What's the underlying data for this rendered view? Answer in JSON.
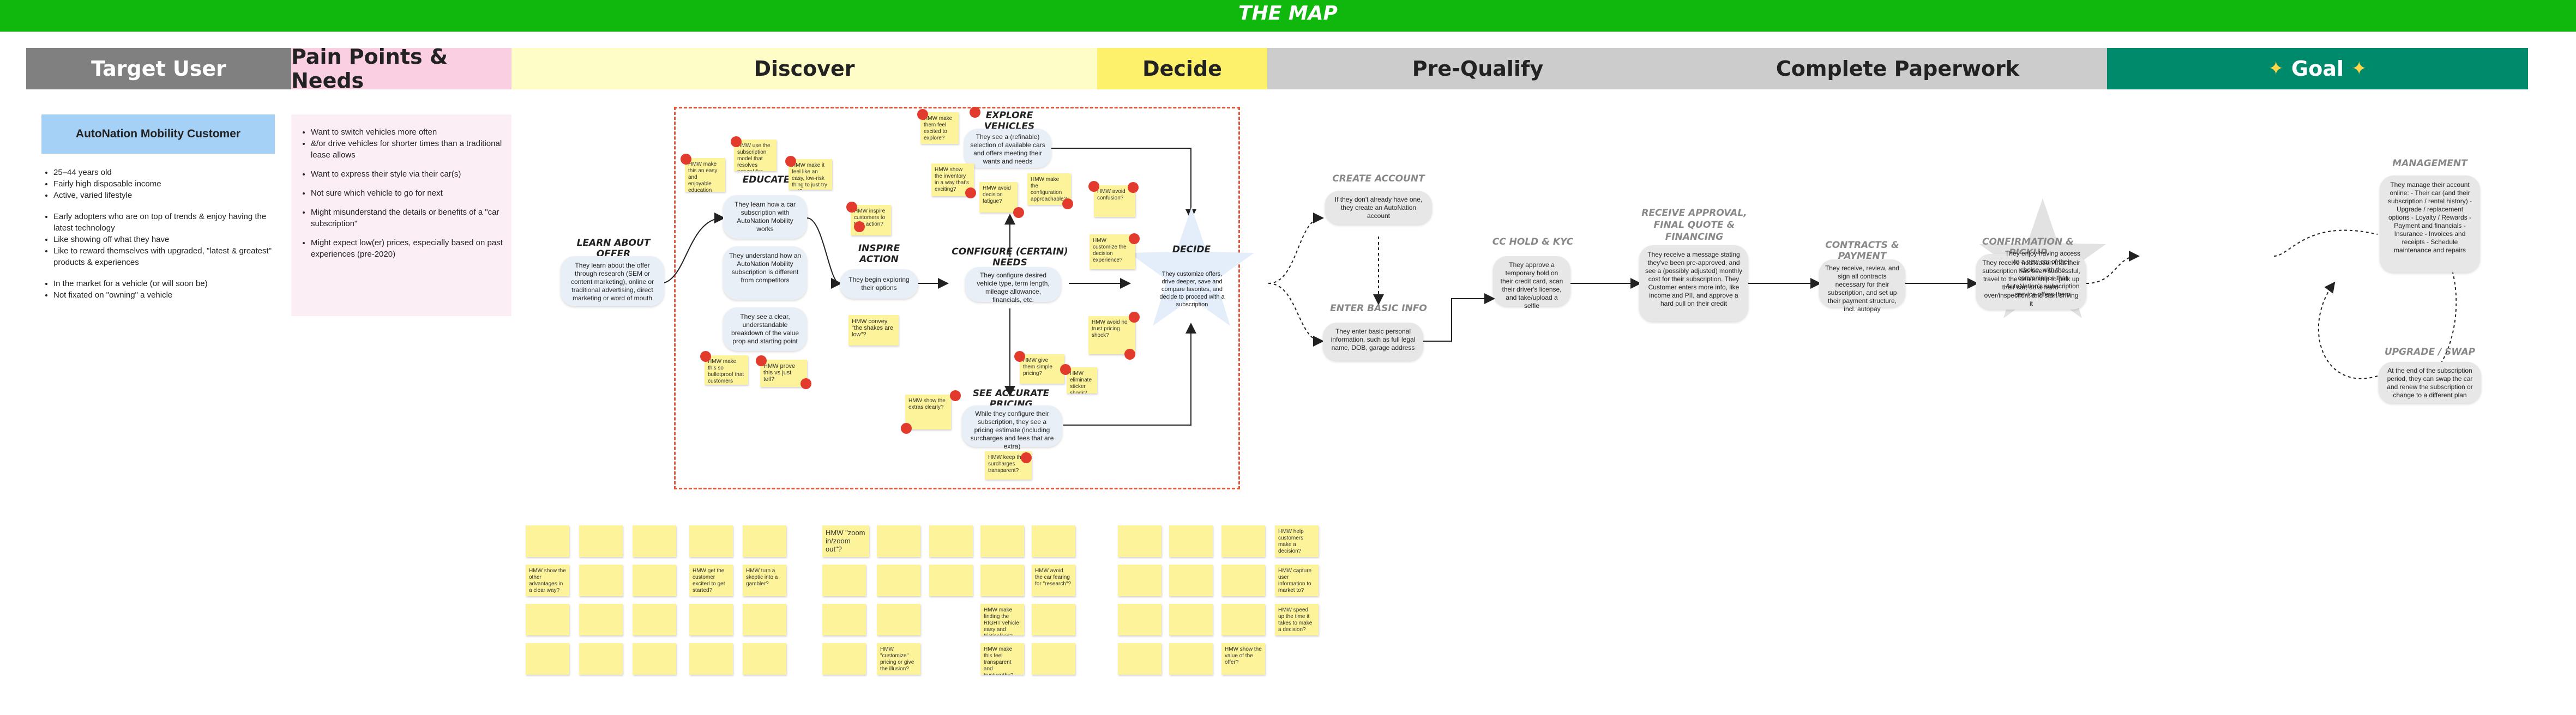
{
  "title": "THE MAP",
  "headers": {
    "target_user": "Target User",
    "pain_points": "Pain Points & Needs",
    "discover": "Discover",
    "decide": "Decide",
    "pre_qualify": "Pre-Qualify",
    "complete_paperwork": "Complete Paperwork",
    "goal": "Goal"
  },
  "colors": {
    "topbar": "#10b80e",
    "target_user": "#808080",
    "pain_points": "#f9cfe1",
    "discover": "#fefcc7",
    "decide": "#fdf06a",
    "pre_qualify": "#cccccc",
    "complete_paperwork": "#cccccc",
    "goal": "#008a6c",
    "sticky": "#fdf39a",
    "dot": "#e23b2e"
  },
  "persona": {
    "name": "AutoNation Mobility Customer",
    "groups": [
      [
        "25–44 years old",
        "Fairly high disposable income",
        "Active, varied lifestyle"
      ],
      [
        "Early adopters who are on top of trends & enjoy having the latest technology",
        "Like showing off what they have",
        "Like to reward themselves with upgraded, \"latest & greatest\" products & experiences"
      ],
      [
        "In the market for a vehicle (or will soon be)",
        "Not fixated on \"owning\" a vehicle"
      ]
    ]
  },
  "pain_points": [
    "Want to switch vehicles more often",
    "&/or drive vehicles for shorter times than a traditional lease allows",
    "Want to express their style via their car(s)",
    "Not sure which vehicle to go for next",
    "Might misunderstand the details or benefits of a \"car subscription\"",
    "Might expect low(er) prices, especially based on past experiences (pre-2020)"
  ],
  "steps": {
    "learn": {
      "title": "LEARN ABOUT OFFER",
      "text": "They learn about the offer through research (SEM or content marketing), online or traditional advertising, direct marketing or word of mouth"
    },
    "educate": {
      "title": "EDUCATE",
      "items": [
        "They learn how a car subscription with AutoNation Mobility works",
        "They understand how an AutoNation Mobility subscription is different from competitors",
        "They see a clear, understandable breakdown of the value prop and starting point"
      ]
    },
    "inspire": {
      "title": "INSPIRE ACTION",
      "text": "They begin exploring their options"
    },
    "explore": {
      "title": "EXPLORE VEHICLES",
      "text": "They see a (refinable) selection of available cars and offers meeting their wants and needs"
    },
    "configure": {
      "title": "CONFIGURE (CERTAIN) NEEDS",
      "text": "They configure desired vehicle type, term length, mileage allowance, financials, etc."
    },
    "pricing": {
      "title": "SEE ACCURATE PRICING",
      "text": "While they configure their subscription, they see a pricing estimate (including surcharges and fees that are extra)"
    },
    "decide": {
      "title": "DECIDE",
      "text": "They customize offers, drive deeper, save and compare favorites, and decide to proceed with a subscription"
    },
    "create_account": {
      "title": "CREATE ACCOUNT",
      "text": "If they don't already have one, they create an AutoNation account"
    },
    "basic_info": {
      "title": "ENTER BASIC INFO",
      "text": "They enter basic personal information, such as full legal name, DOB, garage address"
    },
    "cc_hold": {
      "title": "CC HOLD & KYC",
      "text": "They approve a temporary hold on their credit card, scan their driver's license, and take/upload a selfie"
    },
    "approval": {
      "title": "RECEIVE APPROVAL, FINAL QUOTE & FINANCING",
      "text": "They receive a message stating they've been pre-approved, and see a (possibly adjusted) monthly cost for their subscription. They Customer enters more info, like income and PII, and approve a hard pull on their credit"
    },
    "contracts": {
      "title": "CONTRACTS & PAYMENT",
      "text": "They receive, review, and sign all contracts necessary for their subscription, and set up their payment structure, incl. autopay"
    },
    "confirmation": {
      "title": "CONFIRMATION & PICKUP",
      "text": "They receive notification that their subscription has been successful, travel to the dealership to pick up their car, do a hand-over/inspection, and start driving it"
    },
    "goal": {
      "text": "They enjoy having access to a new car of their choice, with the convenience that AutoNation's subscription service offers them"
    },
    "management": {
      "title": "MANAGEMENT",
      "text": "They manage their account online: - Their car (and their subscription / rental history) - Upgrade / replacement options - Loyalty / Rewards - Payment and financials - Insurance - Invoices and receipts - Schedule maintenance and repairs"
    },
    "upgrade": {
      "title": "UPGRADE / SWAP",
      "text": "At the end of the subscription period, they can swap the car and renew the subscription or change to a different plan"
    }
  },
  "map_notes": [
    "HMW make this an easy and enjoyable education experience?",
    "HMW use the subscription model that resolves natural fire questions?",
    "HMW make it feel like an easy, low-risk thing to just try out?",
    "HMW inspire customers to take action?",
    "HMW convey \"the shakes are low\"?",
    "HMW make this so bulletproof that customers trust us?",
    "HMW prove this vs just tell?",
    "HMW make them feel excited to explore?",
    "HMW show the inventory in a way that's exciting?",
    "HMW avoid decision fatigue?",
    "HMW make the configuration approachable?",
    "HMW avoid confusion?",
    "HMW customize the decision experience?",
    "HMW avoid no trust pricing shock?",
    "HMW give them simple pricing?",
    "HMW eliminate sticker shock?",
    "HMW show the extras clearly?",
    "HMW keep the surcharges transparent?"
  ],
  "bottom_notes": [
    "HMW show the other advantages in a clear way?",
    "HMW get the customer excited to get started?",
    "HMW turn a skeptic into a gambler?",
    "HMW \"zoom in/zoom out\"?",
    "HMW avoid the car fearing for \"research\"?",
    "HMW help customers make a decision?",
    "HMW capture user information to market to?",
    "HMW speed up the time it takes to make a decision?",
    "HMW \"customize\" pricing or give the illusion?",
    "HMW make finding the RIGHT vehicle easy and frictionless?",
    "HMW make this feel transparent and trustworthy?",
    "HMW show the value of the offer?"
  ]
}
